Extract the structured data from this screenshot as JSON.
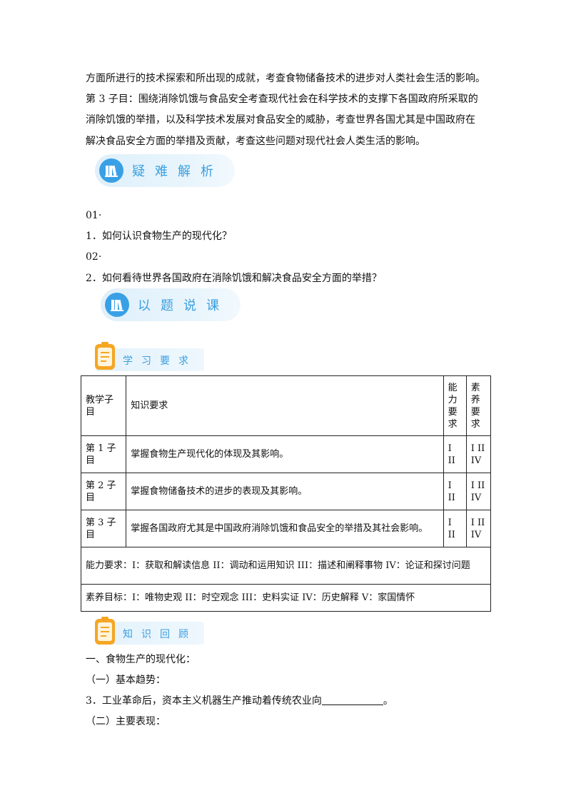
{
  "paragraphs": {
    "p1": "方面所进行的技术探索和所出现的成就，考查食物储备技术的进步对人类社会生活的影响。",
    "p2": "第 3 子目：围绕消除饥饿与食品安全考查现代社会在科学技术的支撑下各国政府所采取的",
    "p3": "消除饥饿的举措，以及科学技术发展对食品安全的威胁，考查世界各国尤其是中国政府在",
    "p4": "解决食品安全方面的举措及贡献，考查这些问题对现代社会人类生活的影响。"
  },
  "banners": {
    "difficulty": "疑难解析",
    "lesson": "以题说课",
    "requirements": "学习要求",
    "review": "知识回顾"
  },
  "questions": {
    "n1": "01·",
    "q1": "1．如何认识食物生产的现代化？",
    "n2": "02·",
    "q2": "2．如何看待世界各国政府在消除饥饿和解决食品安全方面的举措？"
  },
  "table": {
    "headers": {
      "subitem": "教学子目",
      "knowledge": "知识要求",
      "ability": "能力要求",
      "literacy": "素养要求"
    },
    "rows": [
      {
        "subitem": "第 1 子目",
        "knowledge": "掌握食物生产现代化的体现及其影响。",
        "ability": "I II",
        "literacy": "I II IV"
      },
      {
        "subitem": "第 2 子目",
        "knowledge": "掌握食物储备技术的进步的表现及其影响。",
        "ability": "I II",
        "literacy": "I II IV"
      },
      {
        "subitem": "第 3 子目",
        "knowledge": "掌握各国政府尤其是中国政府消除饥饿和食品安全的举措及其社会影响。",
        "ability": "I II",
        "literacy": "I II IV"
      }
    ],
    "ability_note": "能力要求：I：获取和解读信息 II：调动和运用知识 III：描述和阐释事物 IV：论证和探讨问题",
    "literacy_note": "素养目标：I：唯物史观 II：时空观念 III：史料实证   IV：历史解释 V：家国情怀"
  },
  "review": {
    "h1": "一、食物生产的现代化：",
    "h2": "（一）基本趋势：",
    "item3_before": "3．工业革命后，资本主义机器生产推动着传统农业向",
    "item3_after": "。",
    "h3": "（二）主要表现："
  },
  "colors": {
    "banner_blue": "#3a9fe0",
    "icon_orange": "#f5a623"
  },
  "icons": [
    "books-icon",
    "clipboard-icon"
  ]
}
